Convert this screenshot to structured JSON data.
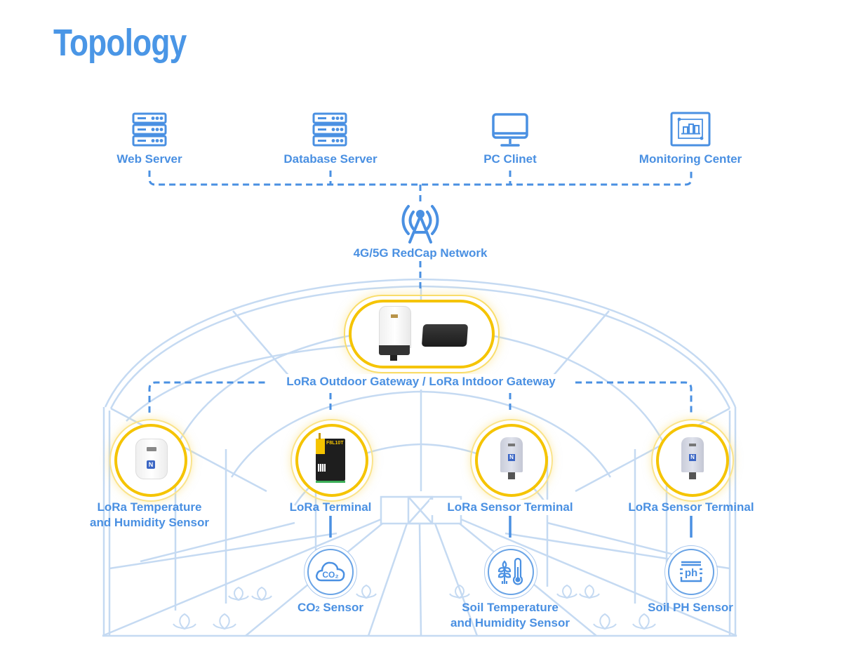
{
  "page_title": "Topology",
  "colors": {
    "accent": "#4a90e2",
    "title": "#4a96e6",
    "ring": "#f5c400",
    "greenhouse_lines": "#c5daf2"
  },
  "top_nodes": [
    {
      "label": "Web Server",
      "icon": "server-rack-icon"
    },
    {
      "label": "Database Server",
      "icon": "server-rack-icon"
    },
    {
      "label": "PC Clinet",
      "icon": "monitor-icon"
    },
    {
      "label": "Monitoring Center",
      "icon": "dashboard-chart-icon"
    }
  ],
  "network": {
    "label": "4G/5G RedCap Network",
    "icon": "cell-tower-icon"
  },
  "gateway": {
    "label": "LoRa Outdoor Gateway / LoRa Intdoor Gateway",
    "devices": [
      "outdoor-gateway-device",
      "indoor-gateway-device"
    ]
  },
  "terminals": [
    {
      "label_line1": "LoRa Temperature",
      "label_line2": "and Humidity Sensor",
      "device": "temperature-humidity-sensor-device"
    },
    {
      "label_line1": "LoRa Terminal",
      "label_line2": "",
      "device": "lora-terminal-device"
    },
    {
      "label_line1": "LoRa Sensor Terminal",
      "label_line2": "",
      "device": "sensor-terminal-device"
    },
    {
      "label_line1": "LoRa Sensor Terminal",
      "label_line2": "",
      "device": "sensor-terminal-device"
    }
  ],
  "sensors": [
    {
      "label_main": "CO",
      "label_sub": "2",
      "label_rest": " Sensor",
      "icon_text": "CO2",
      "icon": "co2-cloud-icon"
    },
    {
      "label_line1": "Soil Temperature",
      "label_line2": "and Humidity Sensor",
      "icon": "plant-thermometer-icon"
    },
    {
      "label_line1": "Soil PH Sensor",
      "icon_text": "ph",
      "icon": "ph-icon"
    }
  ],
  "device_marks": {
    "nfc": "N",
    "terminal_model": "F8L10T"
  }
}
